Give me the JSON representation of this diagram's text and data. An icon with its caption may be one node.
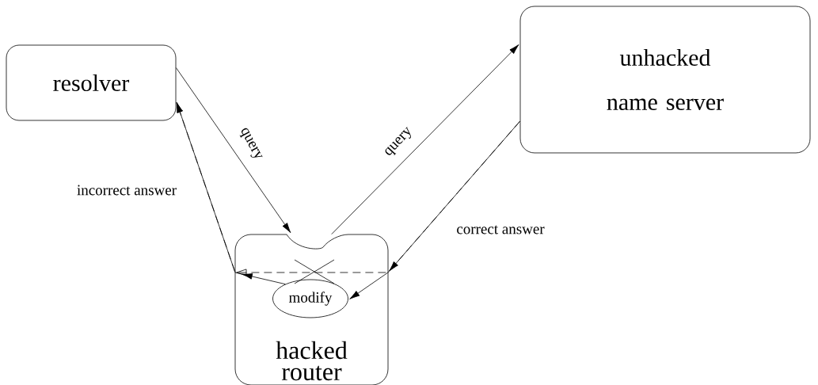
{
  "diagram": {
    "nodes": [
      {
        "text": [
          "resolver"
        ]
      },
      {
        "text": [
          "unhacked name server"
        ]
      },
      {
        "text": [
          "hacked router"
        ]
      },
      {
        "text": [
          "modify"
        ],
        "in": 2
      }
    ],
    "edges": [
      {
        "from": 0,
        "to": 2,
        "arrow": "to",
        "label": "query"
      },
      {
        "from": 2,
        "to": 1,
        "arrow": "to",
        "label": "query"
      },
      {
        "from": 1,
        "to": 3,
        "arrow": "to",
        "label": "correct answer"
      },
      {
        "from": 3,
        "to": 0,
        "arrow": "to",
        "label": "incorrect answer"
      },
      {
        "from": 1,
        "to": 0,
        "arrow": "to",
        "style": "dashed"
      }
    ]
  }
}
